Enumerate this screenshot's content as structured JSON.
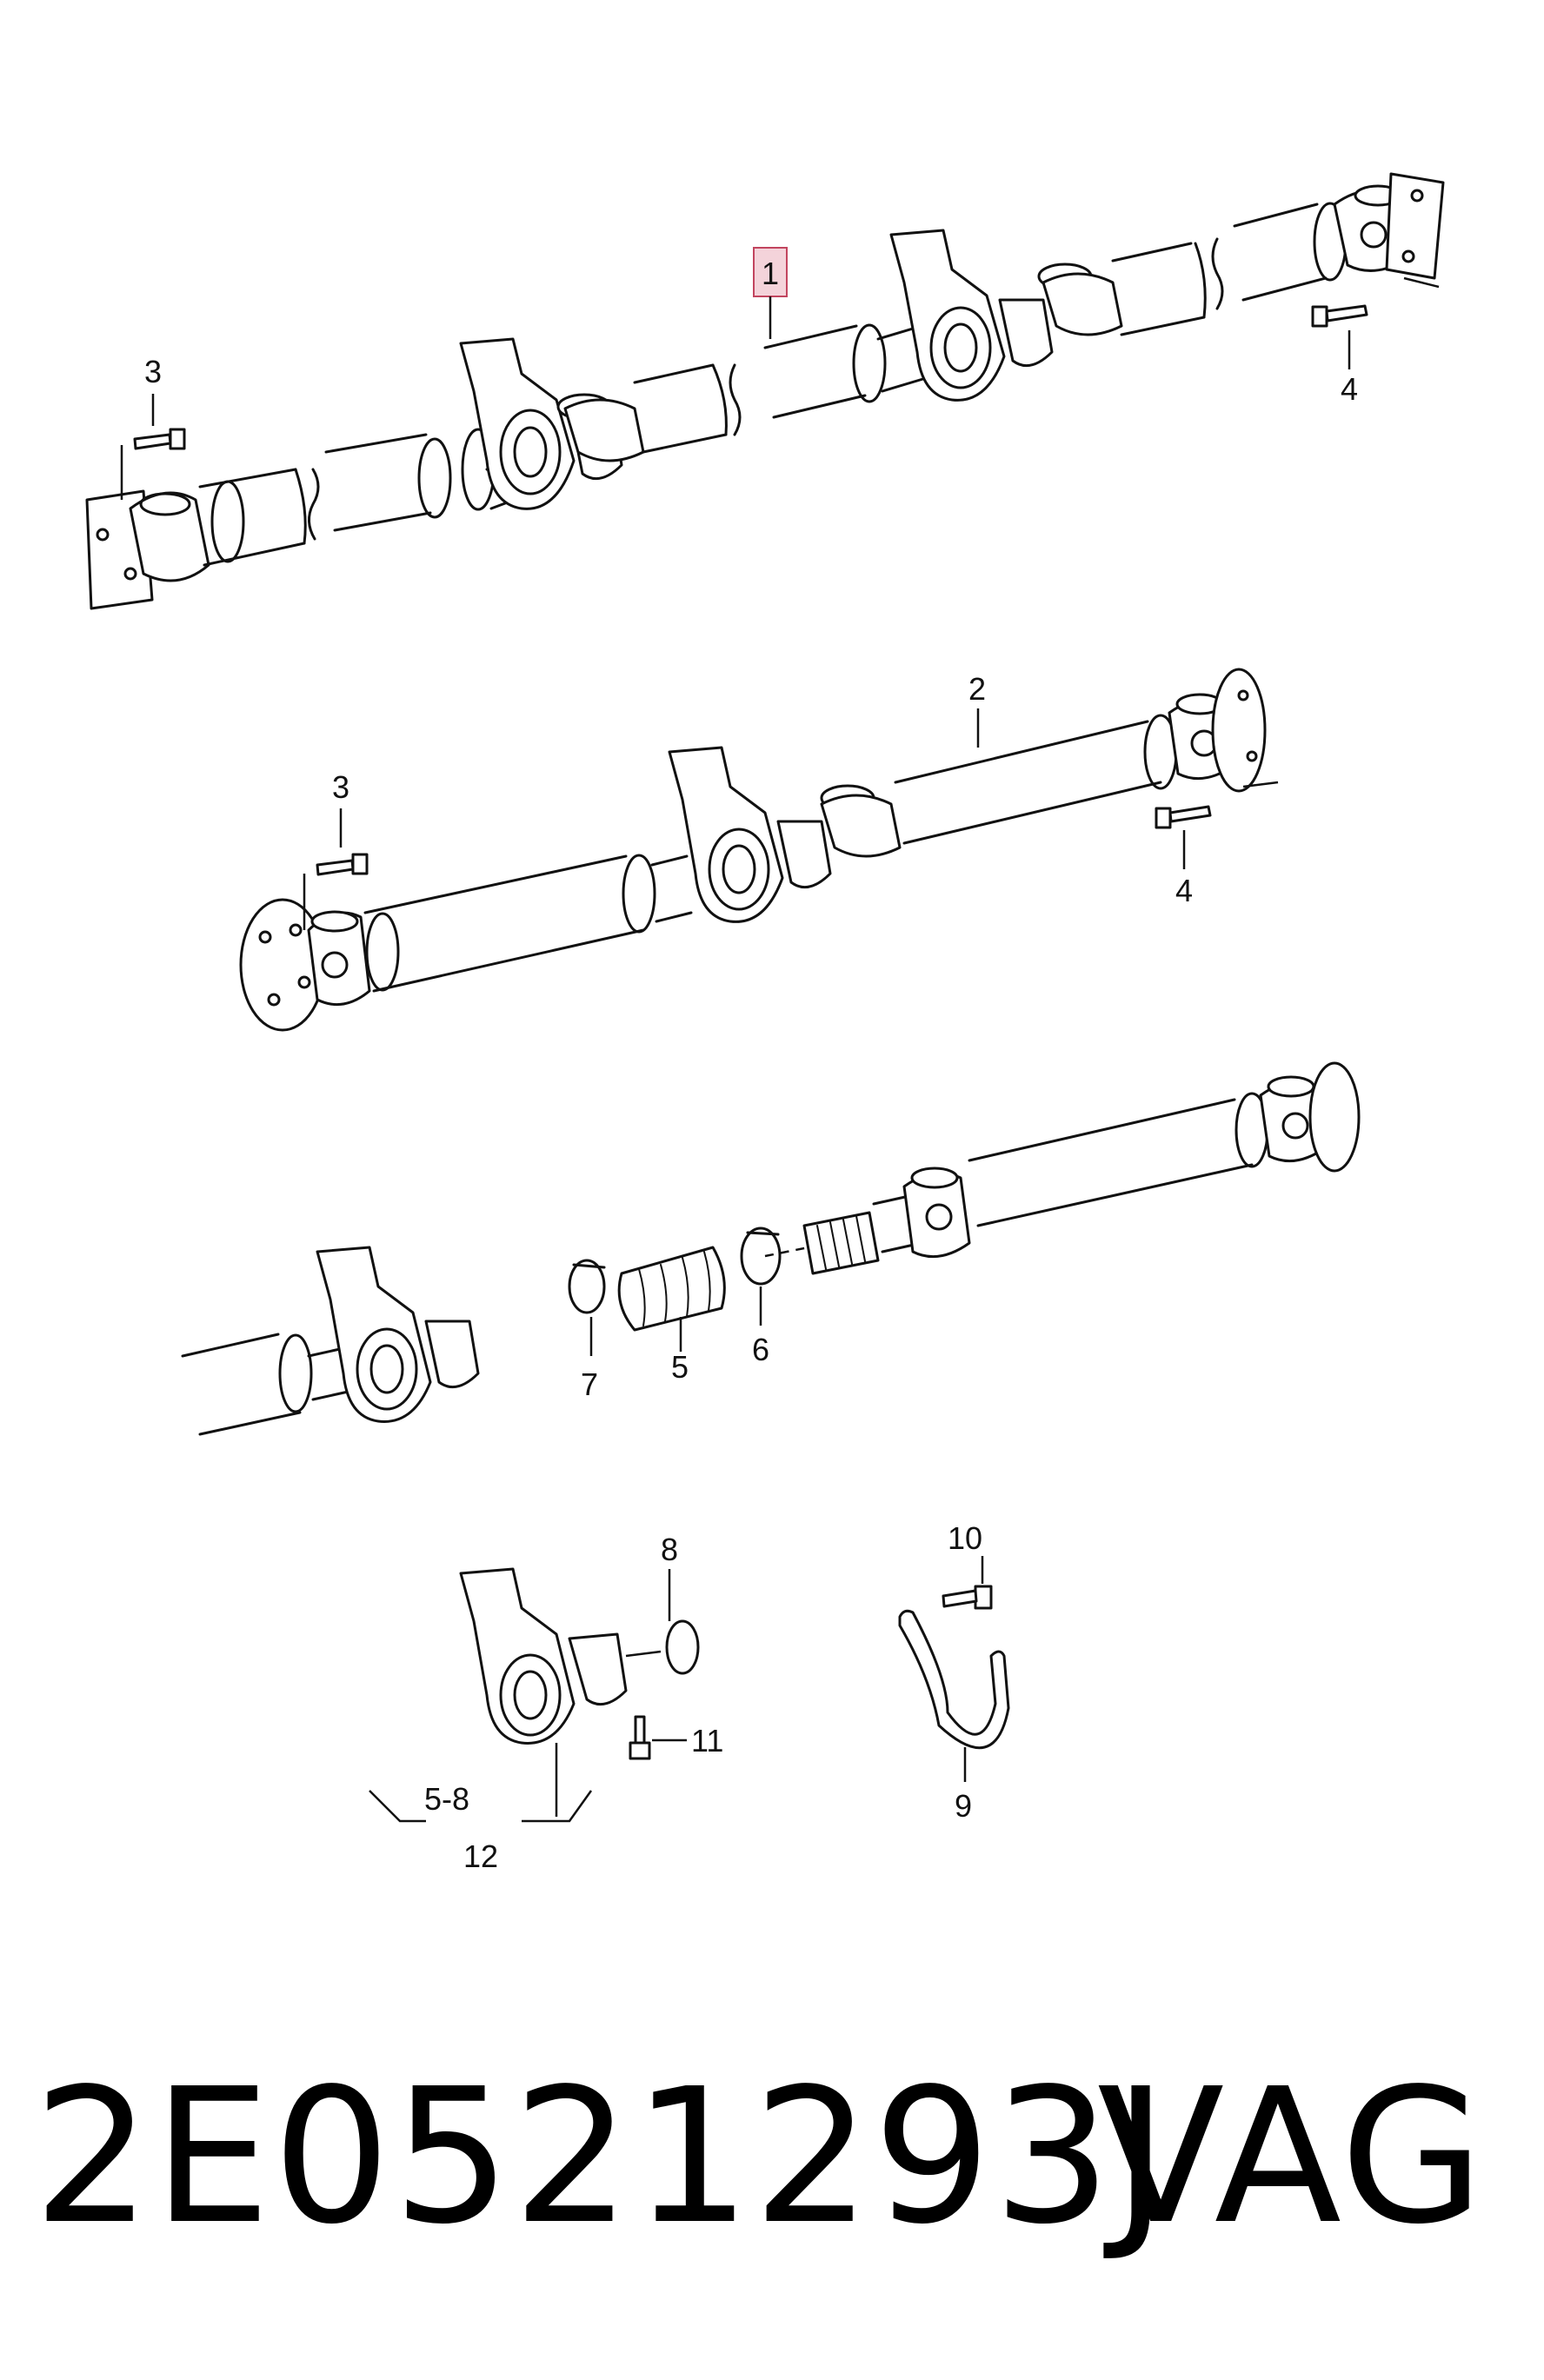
{
  "callouts": {
    "c1": "1",
    "c2": "2",
    "c3a": "3",
    "c3b": "3",
    "c4a": "4",
    "c4b": "4",
    "c5": "5",
    "c6": "6",
    "c7": "7",
    "c8": "8",
    "c9": "9",
    "c10": "10",
    "c11": "11",
    "c12": "12",
    "c58": "5-8"
  },
  "footer": {
    "part_number": "2E0521293J",
    "brand": "VAG"
  },
  "colors": {
    "highlight_fill": "#f4d3da",
    "highlight_border": "#c2455f"
  }
}
